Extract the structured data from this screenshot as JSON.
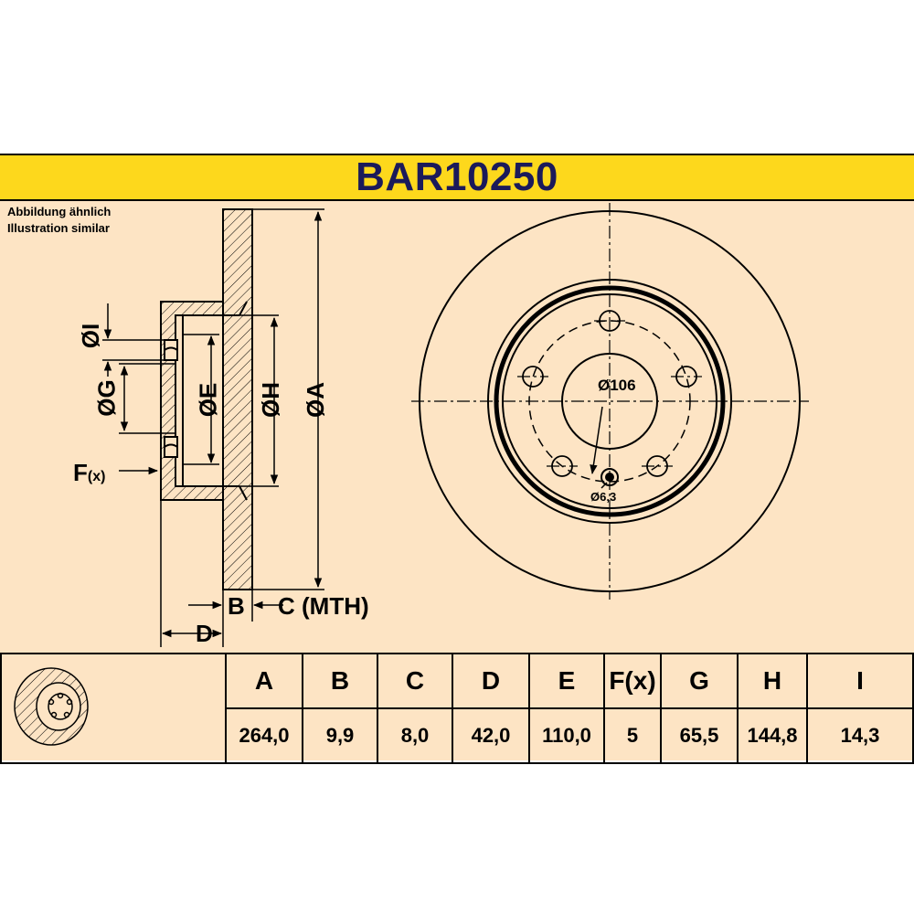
{
  "part_number": "BAR10250",
  "note": {
    "line1": "Abbildung ähnlich",
    "line2": "Illustration similar"
  },
  "cross_section": {
    "labels": {
      "I": "ØI",
      "G": "ØG",
      "E": "ØE",
      "H": "ØH",
      "A": "ØA",
      "F": "F",
      "F_sub": "(x)",
      "B": "B",
      "C": "C (MTH)",
      "D": "D"
    }
  },
  "front_view": {
    "center_bore": "Ø106",
    "hole": "Ø6,3"
  },
  "table": {
    "headers": [
      "A",
      "B",
      "C",
      "D",
      "E",
      "F(x)",
      "G",
      "H",
      "I"
    ],
    "values": [
      "264,0",
      "9,9",
      "8,0",
      "42,0",
      "110,0",
      "5",
      "65,5",
      "144,8",
      "14,3"
    ]
  },
  "colors": {
    "background": "#fde4c4",
    "title_bar": "#fdd81c",
    "title_text": "#1b1a5a",
    "line": "#000000"
  }
}
